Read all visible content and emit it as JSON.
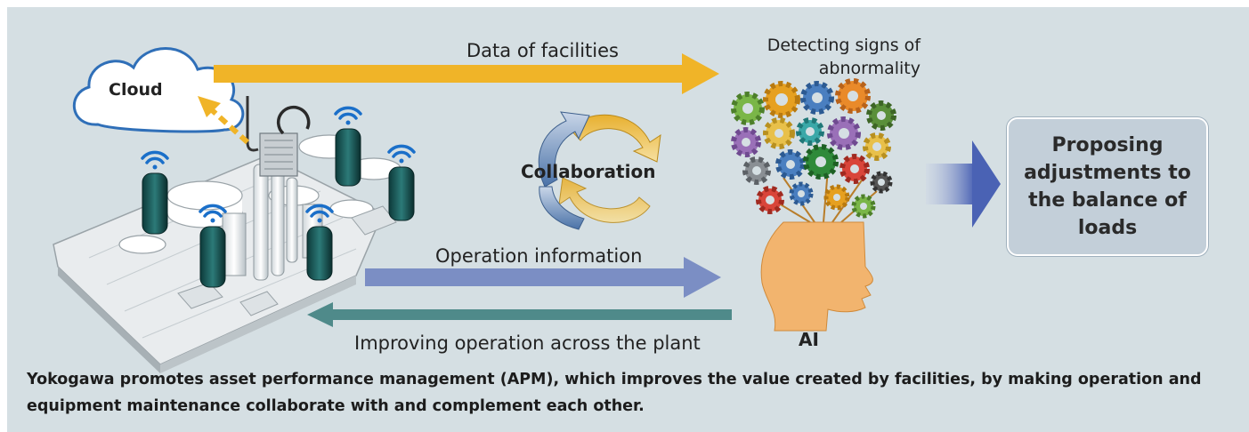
{
  "labels": {
    "cloud": "Cloud",
    "data_of_facilities": "Data of facilities",
    "detecting_signs": "Detecting signs of abnormality",
    "collaboration": "Collaboration",
    "operation_information": "Operation information",
    "improving_operation": "Improving operation across the plant",
    "ai": "AI",
    "proposal": "Proposing adjustments to the balance of loads"
  },
  "caption": "Yokogawa promotes asset performance management (APM), which improves the value created by facilities, by making operation and equipment maintenance collaborate with and complement each other.",
  "colors": {
    "background_panel": "#d5dfe3",
    "data_arrow": "#f0b428",
    "operation_arrow": "#7b8ec4",
    "improve_arrow": "#4f8a8a",
    "cloud_outline": "#2f6fb8",
    "head_skin": "#f2b46e",
    "proposal_box": "#c3cfd9"
  },
  "icons": [
    "cloud-icon",
    "wifi-icon",
    "plant-icon",
    "gear-icon",
    "head-icon",
    "cycle-icon"
  ]
}
